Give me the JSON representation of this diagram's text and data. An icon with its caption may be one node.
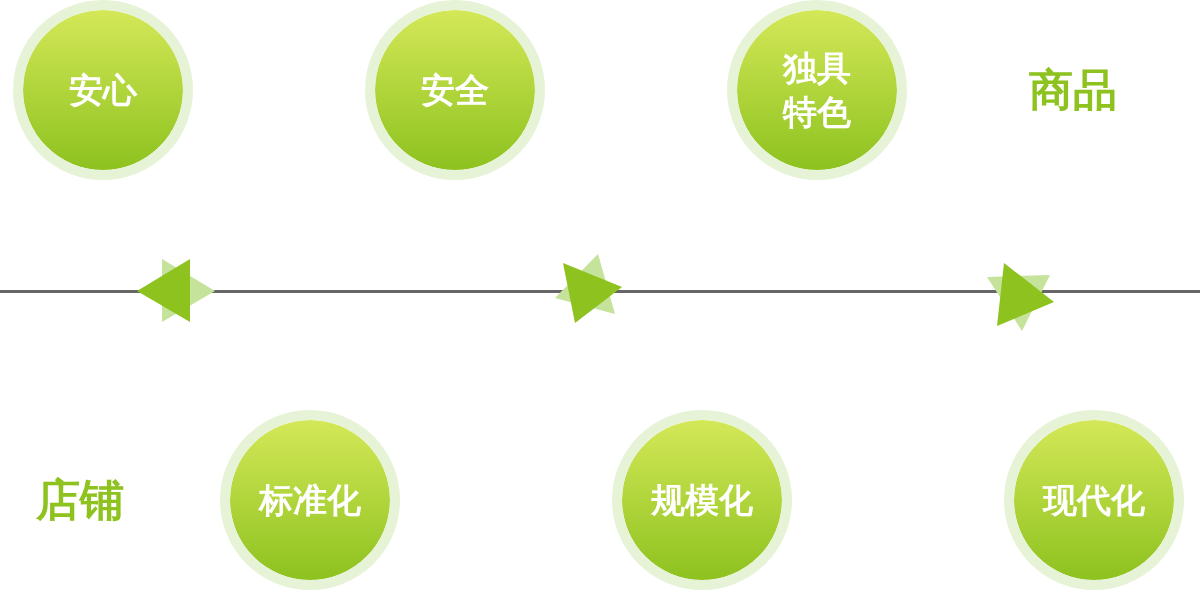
{
  "diagram": {
    "nodes": [
      {
        "text": [
          "安心"
        ]
      },
      {
        "text": [
          "安全"
        ]
      },
      {
        "text": [
          "独具特色"
        ]
      },
      {
        "text": [
          "标准化"
        ]
      },
      {
        "text": [
          "规模化"
        ]
      },
      {
        "text": [
          "现代化"
        ]
      }
    ],
    "labels": [
      "商品",
      "店铺"
    ]
  }
}
